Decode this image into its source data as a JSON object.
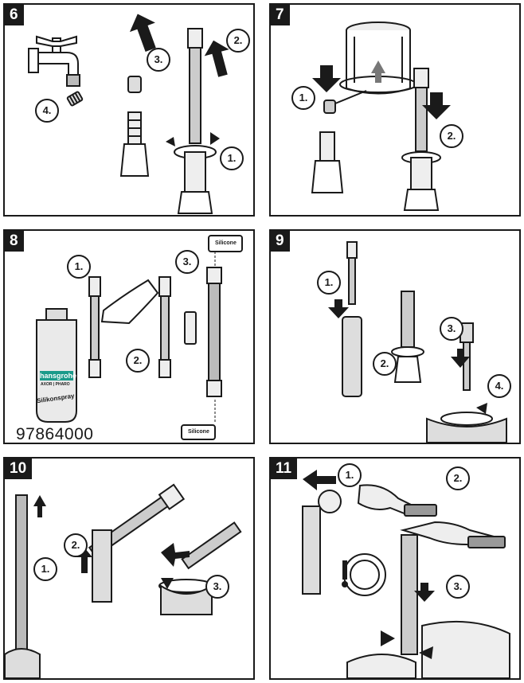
{
  "panels": [
    {
      "number": "6",
      "steps": [
        "1.",
        "2.",
        "3.",
        "4."
      ]
    },
    {
      "number": "7",
      "steps": [
        "1.",
        "2."
      ]
    },
    {
      "number": "8",
      "steps": [
        "1.",
        "2.",
        "3."
      ],
      "part_number": "97864000",
      "bottle": {
        "brand": "hansgrohe",
        "sub_brand": "AXOR | PHARO",
        "label": "Silikonspray"
      },
      "can_label": "Silicone"
    },
    {
      "number": "9",
      "steps": [
        "1.",
        "2.",
        "3.",
        "4."
      ]
    },
    {
      "number": "10",
      "steps": [
        "1.",
        "2.",
        "3."
      ]
    },
    {
      "number": "11",
      "steps": [
        "1.",
        "2.",
        "3."
      ]
    }
  ]
}
